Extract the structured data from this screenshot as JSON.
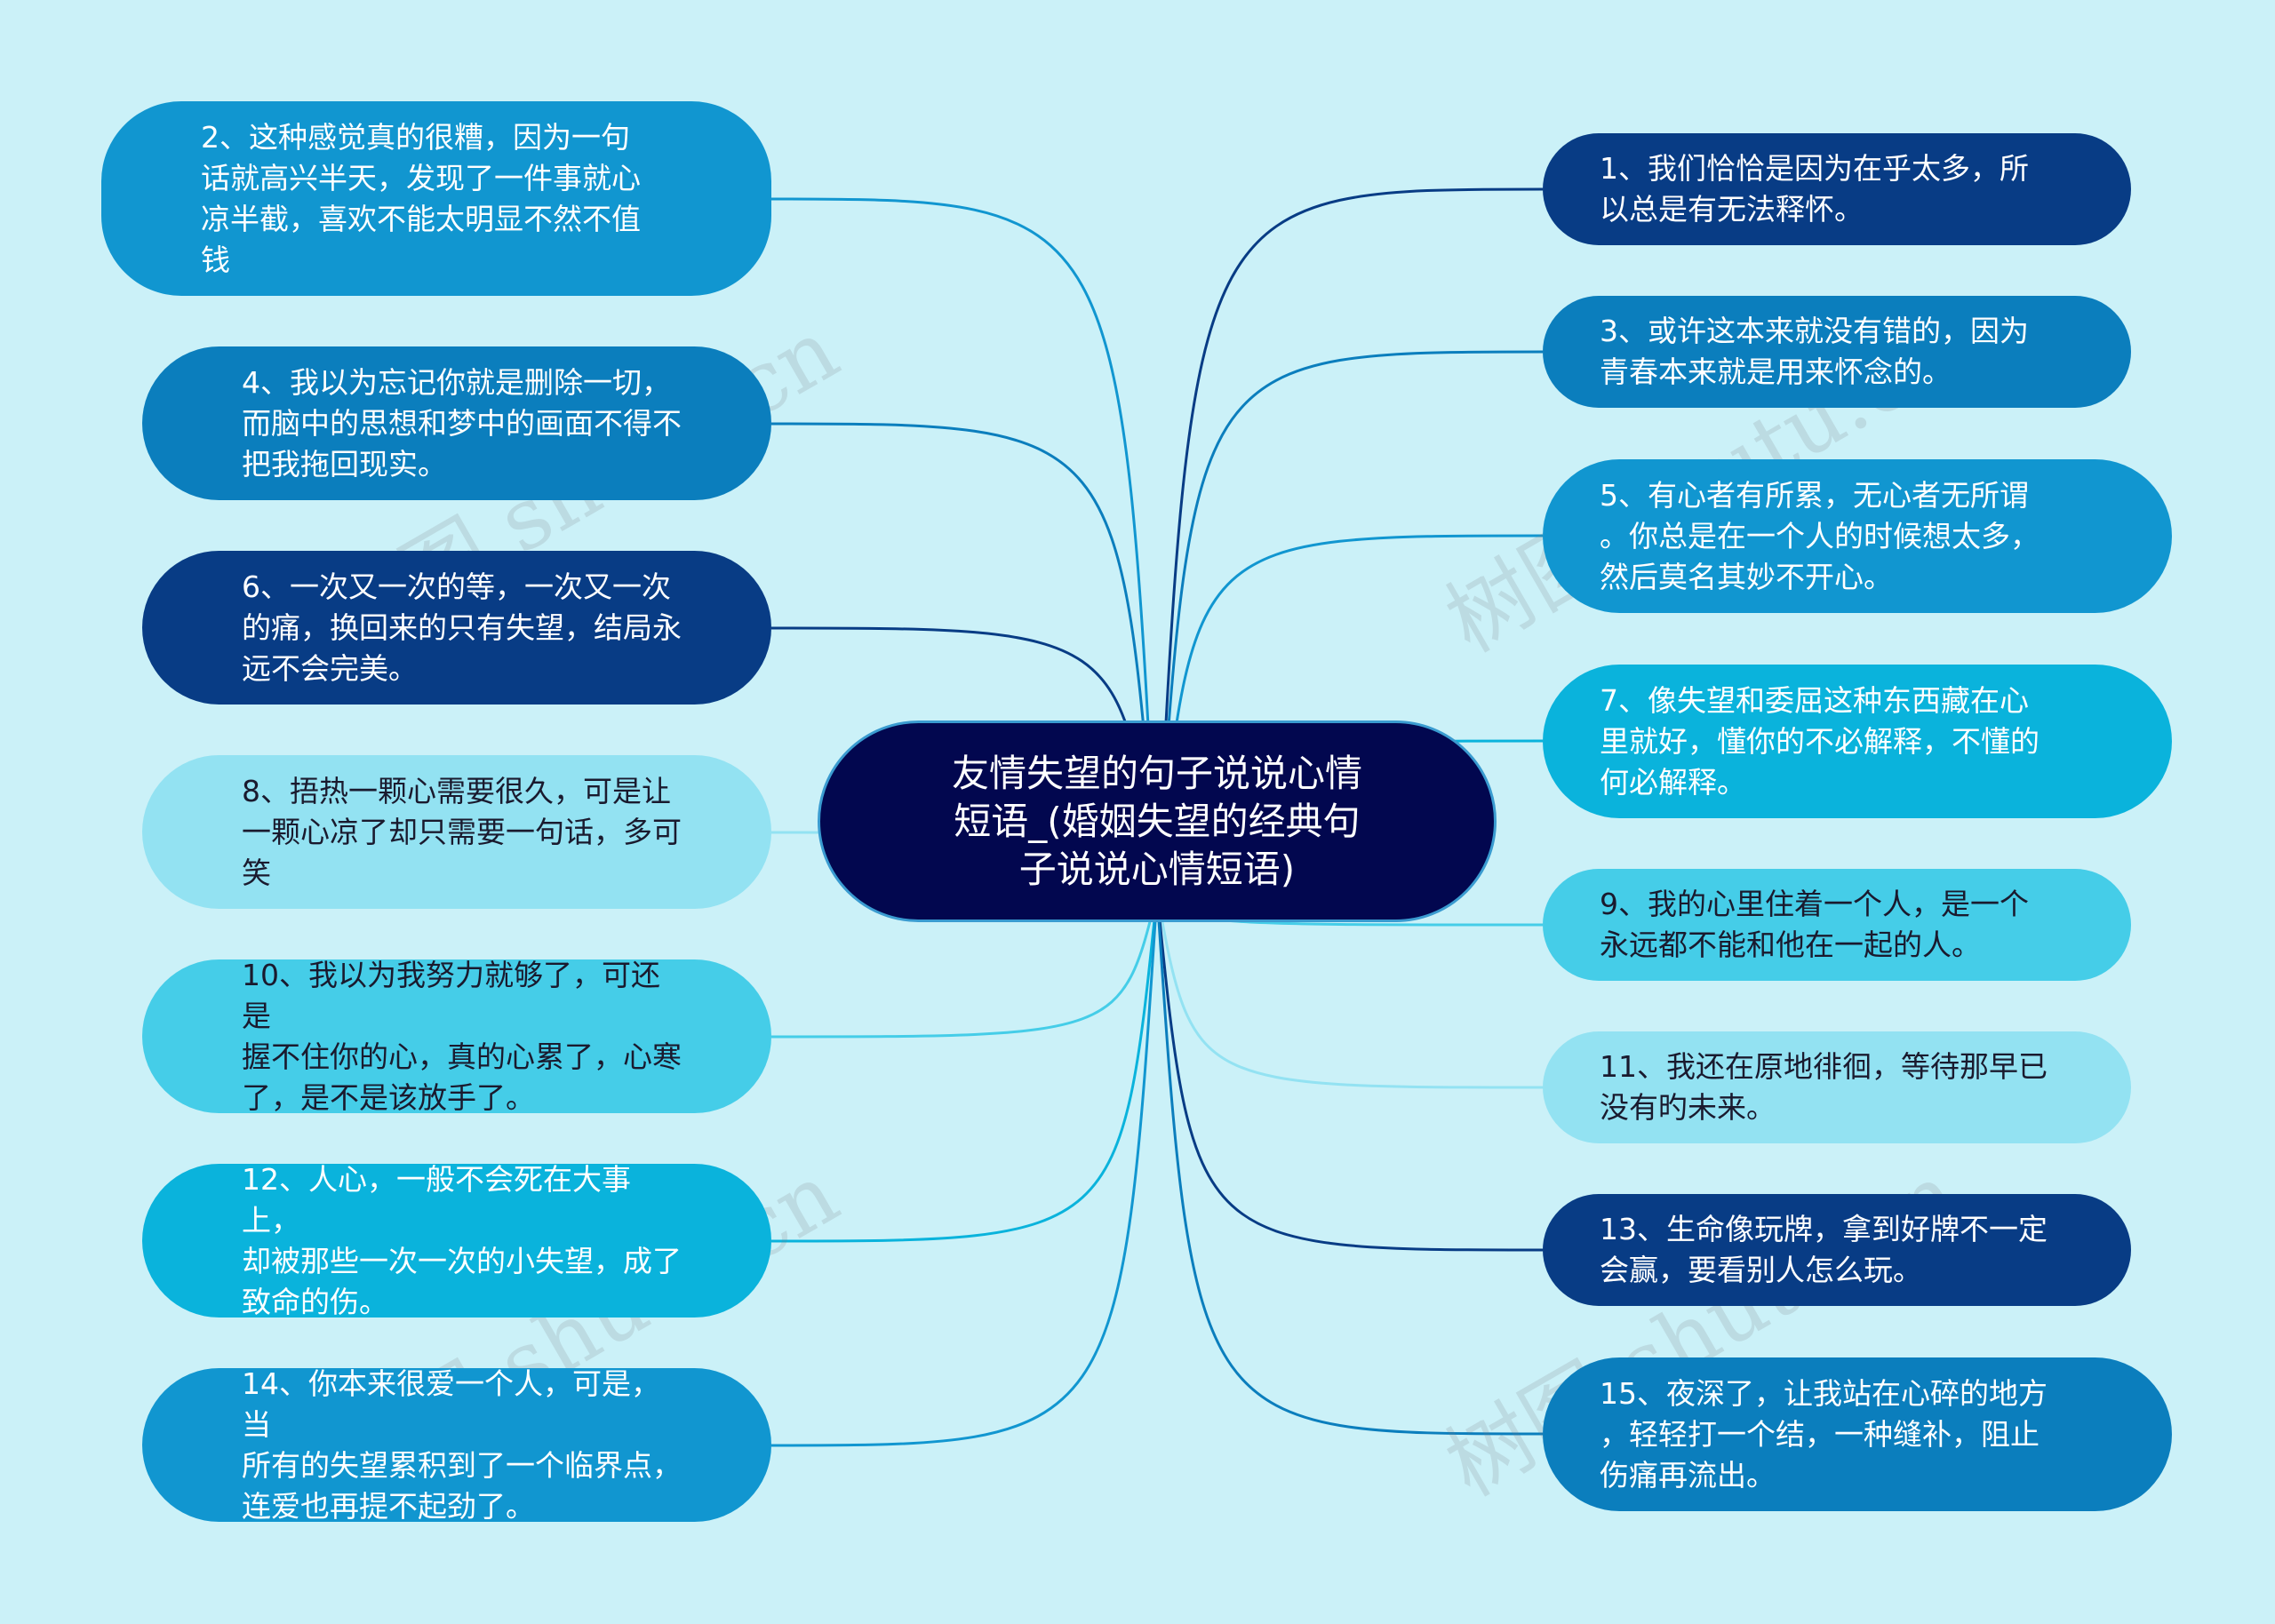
{
  "root": {
    "text": "友情失望的句子说说心情\n短语_(婚姻失望的经典句\n子说说心情短语)"
  },
  "nodes": [
    {
      "id": "n1",
      "text": "1、我们恰恰是因为在乎太多，所\n以总是有无法释怀。",
      "color": "#083c85"
    },
    {
      "id": "n2",
      "text": "2、这种感觉真的很糟，因为一句\n话就高兴半天，发现了一件事就心\n凉半截，喜欢不能太明显不然不值\n钱",
      "color": "#1196d0"
    },
    {
      "id": "n3",
      "text": "3、或许这本来就没有错的，因为\n青春本来就是用来怀念的。",
      "color": "#0b7ebd"
    },
    {
      "id": "n4",
      "text": "4、我以为忘记你就是删除一切，\n而脑中的思想和梦中的画面不得不\n把我拖回现实。",
      "color": "#0b7ebd"
    },
    {
      "id": "n5",
      "text": "5、有心者有所累，无心者无所谓\n。你总是在一个人的时候想太多，\n然后莫名其妙不开心。",
      "color": "#1196d0"
    },
    {
      "id": "n6",
      "text": "6、一次又一次的等，一次又一次\n的痛，换回来的只有失望，结局永\n远不会完美。",
      "color": "#083c85"
    },
    {
      "id": "n7",
      "text": "7、像失望和委屈这种东西藏在心\n里就好，懂你的不必解释，不懂的\n何必解释。",
      "color": "#0ab3dc"
    },
    {
      "id": "n8",
      "text": "8、捂热一颗心需要很久，可是让\n一颗心凉了却只需要一句话，多可\n笑",
      "color": "#93e2f2"
    },
    {
      "id": "n9",
      "text": "9、我的心里住着一个人，是一个\n永远都不能和他在一起的人。",
      "color": "#45cde8"
    },
    {
      "id": "n10",
      "text": "10、我以为我努力就够了，可还是\n握不住你的心，真的心累了，心寒\n了，是不是该放手了。",
      "color": "#45cde8"
    },
    {
      "id": "n11",
      "text": "11、我还在原地徘徊，等待那早已\n没有旳未来。",
      "color": "#93e2f2"
    },
    {
      "id": "n12",
      "text": "12、人心，一般不会死在大事上，\n却被那些一次一次的小失望，成了\n致命的伤。",
      "color": "#0ab3dc"
    },
    {
      "id": "n13",
      "text": "13、生命像玩牌，拿到好牌不一定\n会赢，要看别人怎么玩。",
      "color": "#083c85"
    },
    {
      "id": "n14",
      "text": "14、你本来很爱一个人，可是，当\n所有的失望累积到了一个临界点，\n连爱也再提不起劲了。",
      "color": "#1196d0"
    },
    {
      "id": "n15",
      "text": "15、夜深了，让我站在心碎的地方\n，轻轻打一个结，一种缝补，阻止\n伤痛再流出。",
      "color": "#0b7ebd"
    }
  ],
  "watermark": {
    "text": "树图 shutu.cn"
  }
}
